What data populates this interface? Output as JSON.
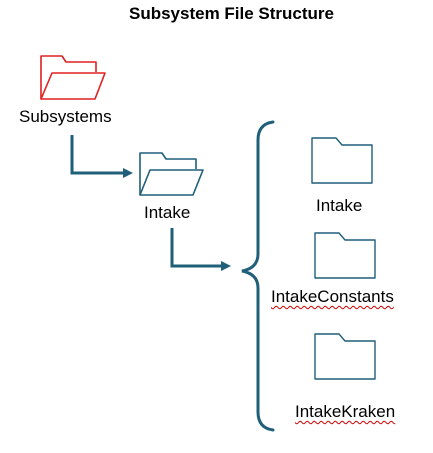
{
  "title": "Subsystem File Structure",
  "nodes": {
    "subsystems": {
      "label": "Subsystems",
      "icon": "open-folder-icon",
      "color": "#e02020"
    },
    "intake": {
      "label": "Intake",
      "icon": "open-folder-icon",
      "color": "#1f5f7a"
    },
    "children": [
      {
        "label": "Intake",
        "icon": "folder-icon",
        "spellcheck_flag": false
      },
      {
        "label": "IntakeConstants",
        "icon": "folder-icon",
        "spellcheck_flag": true
      },
      {
        "label": "IntakeKraken",
        "icon": "folder-icon",
        "spellcheck_flag": true
      }
    ]
  },
  "colors": {
    "accent": "#1f5f7a",
    "root": "#e02020",
    "spellcheck": "#d00000"
  }
}
